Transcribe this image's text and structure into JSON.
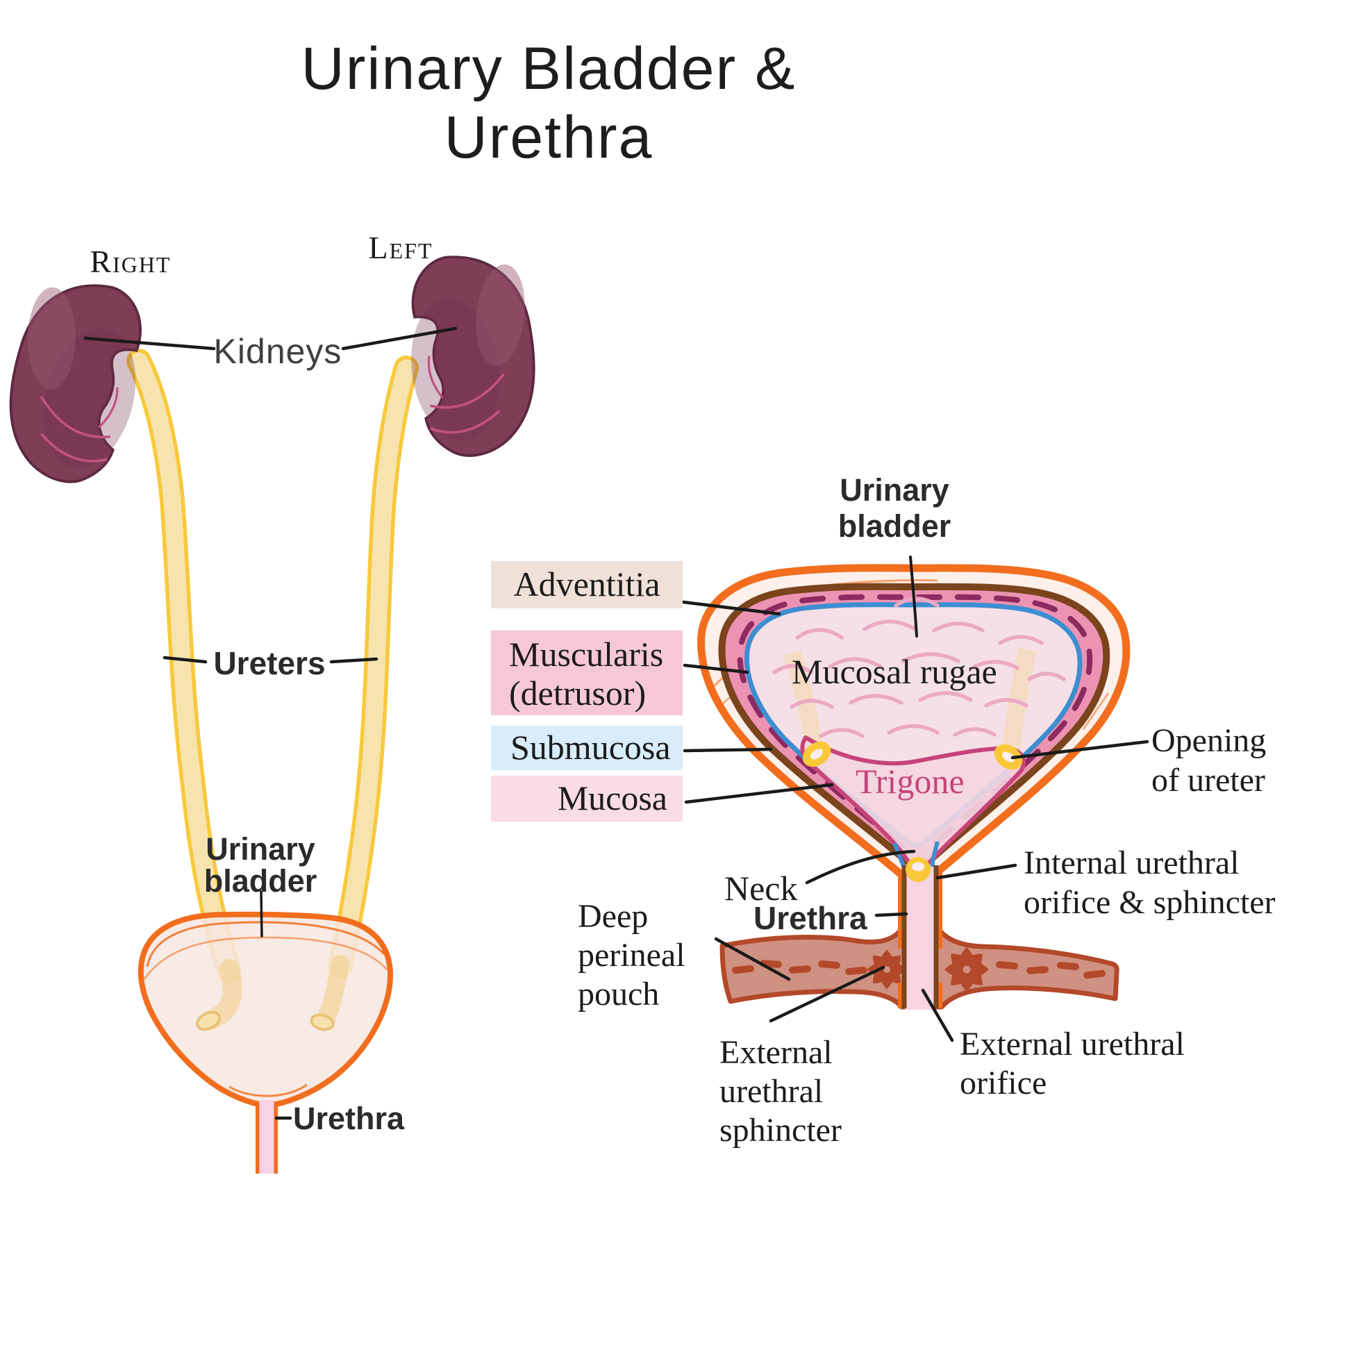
{
  "title": "Urinary Bladder & Urethra",
  "left_diagram": {
    "side_right": "Right",
    "side_left": "Left",
    "kidneys": "Kidneys",
    "ureters": "Ureters",
    "urinary_bladder": "Urinary\nbladder",
    "urethra": "Urethra"
  },
  "right_diagram": {
    "urinary_bladder": "Urinary\nbladder",
    "layer_boxes": {
      "adventitia": {
        "label": "Adventitia",
        "bg": "#f0e1d8"
      },
      "muscularis": {
        "label": "Muscularis\n(detrusor)",
        "bg": "#f6c8d7"
      },
      "submucosa": {
        "label": "Submucosa",
        "bg": "#d9ecfb"
      },
      "mucosa": {
        "label": "Mucosa",
        "bg": "#fadbe8"
      }
    },
    "mucosal_rugae": "Mucosal rugae",
    "trigone": "Trigone",
    "opening_of_ureter": "Opening\nof ureter",
    "internal_urethral": "Internal urethral\norifice & sphincter",
    "neck": "Neck",
    "urethra": "Urethra",
    "deep_perineal_pouch": "Deep\nperineal\npouch",
    "external_urethral_sphincter": "External\nurethral\nsphincter",
    "external_urethral_orifice": "External urethral\norifice"
  },
  "colors": {
    "kidney_fill": "#803d56",
    "kidney_stroke": "#5c2940",
    "kidney_vessel_pink": "#c2527f",
    "ureter_fill": "#f7e3ae",
    "ureter_border": "#f8c93d",
    "bladder_orange": "#f26d1d",
    "bladder_pale_fill": "#f7e6e1",
    "wall_cream": "#fdf0ea",
    "wall_brown": "#7b441c",
    "muscularis_pink": "#ec93b3",
    "muscularis_dash_purple": "#8e2a62",
    "submucosa_blue": "#3d8ed1",
    "mucosa_inner": "#f6e0e7",
    "rugae_pink": "#eba9c4",
    "trigone_line": "#c64478",
    "orifice_yellow": "#f9c838",
    "pouch_fill": "#cf9181",
    "pouch_border": "#b3492a",
    "urethra_pink": "#f8d3e2",
    "leader_black": "#1a1a1a"
  }
}
